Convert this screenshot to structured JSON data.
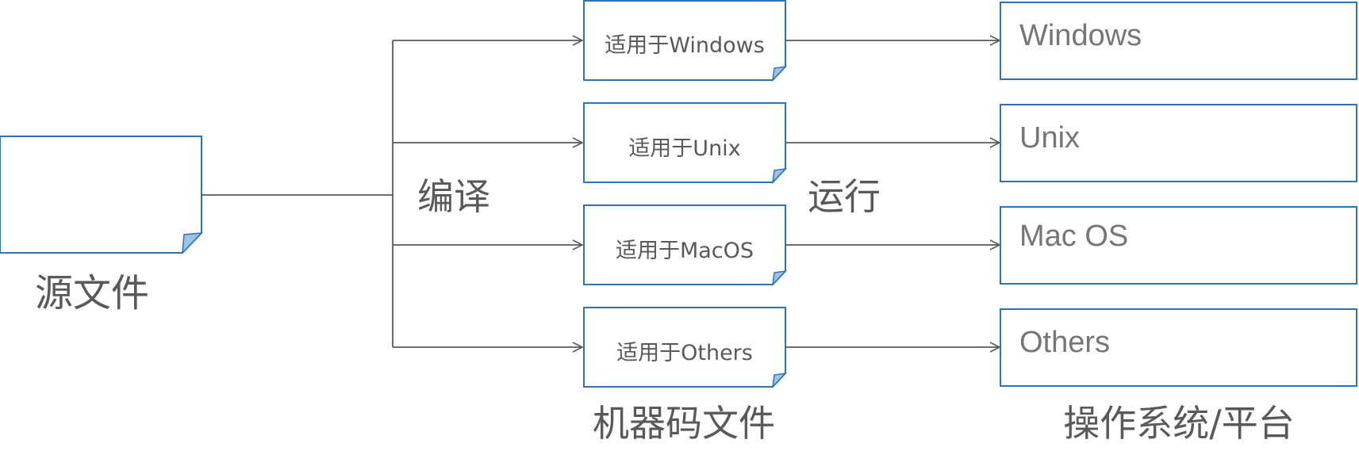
{
  "labels": {
    "source": "源文件",
    "compile": "编译",
    "run": "运行",
    "machine_code": "机器码文件",
    "os_platform": "操作系统/平台"
  },
  "machine_files": [
    {
      "label": "适用于Windows"
    },
    {
      "label": "适用于Unix"
    },
    {
      "label": "适用于MacOS"
    },
    {
      "label": "适用于Others"
    }
  ],
  "platforms": [
    {
      "label": "Windows"
    },
    {
      "label": "Unix"
    },
    {
      "label": "Mac OS"
    },
    {
      "label": "Others"
    }
  ],
  "colors": {
    "box_border": "#2e75b6",
    "fold_fill": "#9dc3e6",
    "line": "#595959",
    "text": "#595959",
    "os_text": "#767676"
  }
}
